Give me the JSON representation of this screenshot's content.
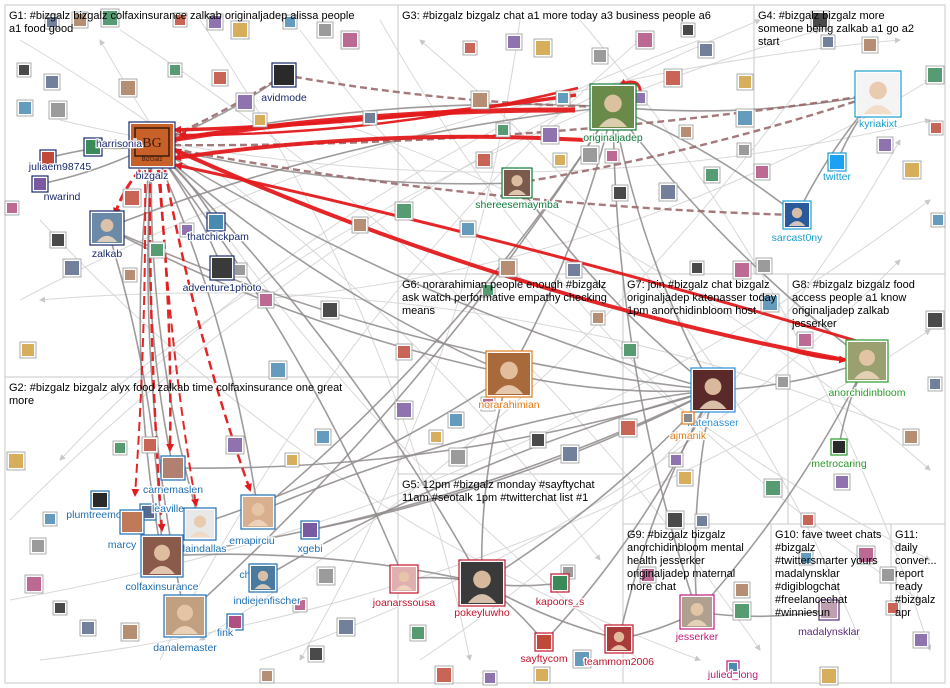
{
  "colors": {
    "edge_gray": "#8f8a8a",
    "edge_light": "#d4d4d4",
    "edge_red": "#e31a1c",
    "edge_brown": "#9a6a6a",
    "g1": "#1a2a6c",
    "g2": "#1f6fb2",
    "g3": "#0f7a3a",
    "g4": "#1a9fd0",
    "g5": "#c0142a",
    "g6": "#e07a1a",
    "g7": "#2b8fd8",
    "g8": "#2b9a2b",
    "g9": "#c01a7a",
    "g10": "#5a2a7a",
    "g11": "#555555"
  },
  "groups": [
    {
      "id": "G1",
      "title_lines": [
        "G1: #bizgalz bizgalz colfaxinsurance zalkab originaljadep alissa people",
        "a1 food good"
      ]
    },
    {
      "id": "G2",
      "title_lines": [
        "G2: #bizgalz bizgalz alyx food zalkab time colfaxinsurance one great",
        "more"
      ]
    },
    {
      "id": "G3",
      "title_lines": [
        "G3: #bizgalz bizgalz chat a1 more today a3 business people a6"
      ]
    },
    {
      "id": "G4",
      "title_lines": [
        "G4: #bizgalz bizgalz more",
        "someone being zalkab a1 go a2",
        "start"
      ]
    },
    {
      "id": "G5",
      "title_lines": [
        "G5: 12pm #bizgalz monday #sayftychat",
        "11am #seotalk 1pm #twitterchat list #1"
      ]
    },
    {
      "id": "G6",
      "title_lines": [
        "G6: norarahimian people enough #bizgalz",
        "ask watch performative empathy checking",
        "means"
      ]
    },
    {
      "id": "G7",
      "title_lines": [
        "G7: join #bizgalz chat bizgalz",
        "originaljadep katenasser today",
        "1pm anorchidinbloom host"
      ]
    },
    {
      "id": "G8",
      "title_lines": [
        "G8: #bizgalz bizgalz food",
        "access people a1 know",
        "originaljadep zalkab",
        "jesserker"
      ]
    },
    {
      "id": "G9",
      "title_lines": [
        "G9: #bizgalz bizgalz",
        "anorchidinbloom mental",
        "health jesserker",
        "originaljadep maternal",
        "more chat"
      ]
    },
    {
      "id": "G10",
      "title_lines": [
        "G10: fave tweet chats",
        "#bizgalz",
        "#twittersmarter yours",
        "madalynsklar",
        "#digiblogchat",
        "#freelancechat",
        "#winniesun"
      ]
    },
    {
      "id": "G11",
      "title_lines": [
        "G11:",
        "daily",
        "conver...",
        "report",
        "ready",
        "#bizgalz",
        "apr"
      ]
    }
  ],
  "nodes": [
    {
      "id": "bizgalz",
      "label": "bizgalz",
      "group": "g1",
      "logo": "BG",
      "logo_sub": "BizGalz"
    },
    {
      "id": "avidmode",
      "label": "avidmode",
      "group": "g1"
    },
    {
      "id": "harrisonia",
      "label": "harrisonia",
      "group": "g1"
    },
    {
      "id": "juliaem",
      "label": "juliaem98745",
      "group": "g1"
    },
    {
      "id": "nwarind",
      "label": "nwarind",
      "group": "g1"
    },
    {
      "id": "zalkab",
      "label": "zalkab",
      "group": "g1"
    },
    {
      "id": "thatchickpam",
      "label": "thatchickpam",
      "group": "g1"
    },
    {
      "id": "adventure1photo",
      "label": "adventure1photo",
      "group": "g1"
    },
    {
      "id": "carnemaslen",
      "label": "carnemaslen",
      "group": "g2"
    },
    {
      "id": "plumtreemo",
      "label": "plumtreemo",
      "group": "g2"
    },
    {
      "id": "leaville",
      "label": "leaville",
      "group": "g2"
    },
    {
      "id": "marcy",
      "label": "marcy",
      "group": "g2"
    },
    {
      "id": "adaindallas",
      "label": "adaindallas",
      "group": "g2"
    },
    {
      "id": "emapirciu",
      "label": "emapirciu",
      "group": "g2"
    },
    {
      "id": "xgebi",
      "label": "xgebi",
      "group": "g2"
    },
    {
      "id": "chaviro",
      "label": "cha...iro",
      "group": "g2"
    },
    {
      "id": "colfaxinsurance",
      "label": "colfaxinsurance",
      "group": "g2"
    },
    {
      "id": "indiejenfischer",
      "label": "indiejenfischer",
      "group": "g2"
    },
    {
      "id": "fink",
      "label": "fink",
      "group": "g2"
    },
    {
      "id": "danalemaster",
      "label": "danalemaster",
      "group": "g2"
    },
    {
      "id": "originaljadep",
      "label": "originaljadep",
      "group": "g3"
    },
    {
      "id": "shereesemaymba",
      "label": "shereesemaymba",
      "group": "g3"
    },
    {
      "id": "kyriakixt",
      "label": "kyriakixt",
      "group": "g4"
    },
    {
      "id": "twitter",
      "label": "twitter",
      "group": "g4"
    },
    {
      "id": "sarcast0ny",
      "label": "sarcast0ny",
      "group": "g4"
    },
    {
      "id": "norarahimian",
      "label": "norarahimian",
      "group": "g6"
    },
    {
      "id": "katenasser",
      "label": "katenasser",
      "group": "g7"
    },
    {
      "id": "ajmanik",
      "label": "ajmanik",
      "group": "g6"
    },
    {
      "id": "anorchidinbloom",
      "label": "anorchidinbloom",
      "group": "g8"
    },
    {
      "id": "metrocaring",
      "label": "metrocaring",
      "group": "g8"
    },
    {
      "id": "joanarssousa",
      "label": "joanarssousa",
      "group": "g5"
    },
    {
      "id": "pokeyluwho",
      "label": "pokeyluwho",
      "group": "g5"
    },
    {
      "id": "kapoors_s",
      "label": "kapoors_s",
      "group": "g5"
    },
    {
      "id": "sayftycom",
      "label": "sayftycom",
      "group": "g5"
    },
    {
      "id": "teammom2006",
      "label": "teammom2006",
      "group": "g5"
    },
    {
      "id": "jesserker",
      "label": "jesserker",
      "group": "g9"
    },
    {
      "id": "julied_long",
      "label": "julied_long",
      "group": "g9"
    },
    {
      "id": "madalynsklar",
      "label": "madalynsklar",
      "group": "g10"
    }
  ]
}
